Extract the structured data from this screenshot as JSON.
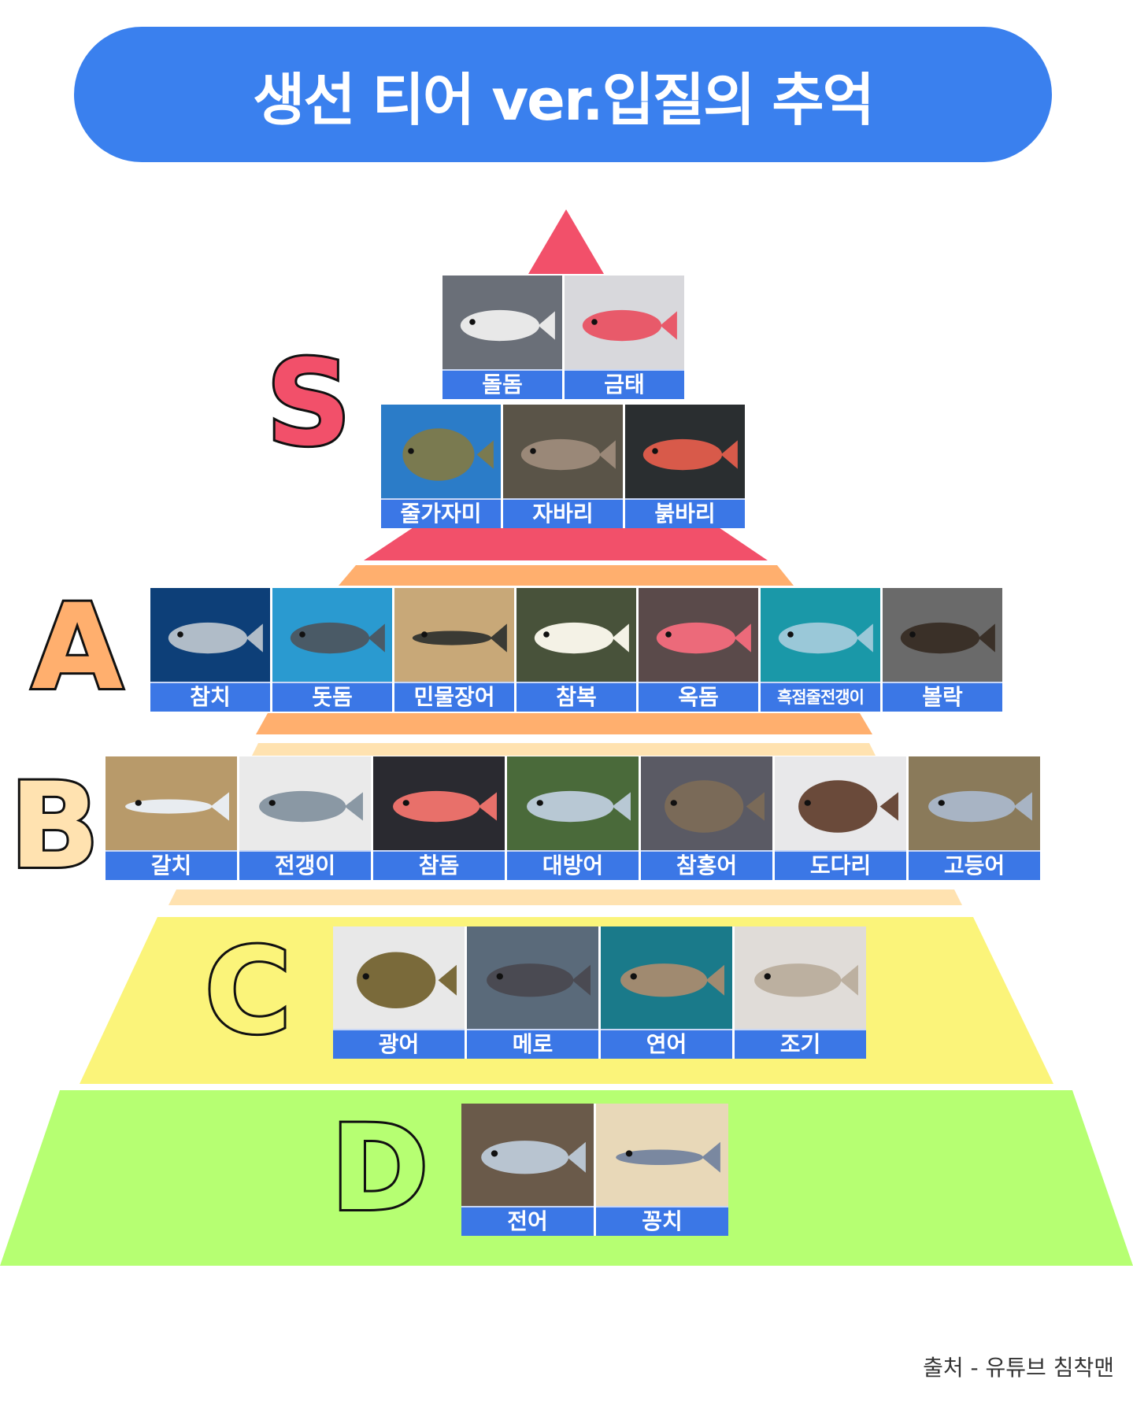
{
  "title": "생선 티어 ver.입질의 추억",
  "tiers": [
    {
      "letter": "S",
      "color": "#f2506a",
      "rows": [
        {
          "fish": [
            {
              "name": "돌돔",
              "icon": "striped-fish-icon",
              "bg": "#6a6f78",
              "fish_color": "#e8e8e8"
            },
            {
              "name": "금태",
              "icon": "red-fish-box-icon",
              "bg": "#d8d8dc",
              "fish_color": "#e85a6a"
            }
          ]
        },
        {
          "fish": [
            {
              "name": "줄가자미",
              "icon": "flatfish-icon",
              "bg": "#2b7cc8",
              "fish_color": "#7a7a50"
            },
            {
              "name": "자바리",
              "icon": "grouper-icon",
              "bg": "#5a5448",
              "fish_color": "#9a8878"
            },
            {
              "name": "붉바리",
              "icon": "red-grouper-icon",
              "bg": "#2a2e30",
              "fish_color": "#d85a4a"
            }
          ]
        }
      ]
    },
    {
      "letter": "A",
      "color": "#ffaf6e",
      "rows": [
        {
          "fish": [
            {
              "name": "참치",
              "icon": "tuna-icon",
              "bg": "#0d3f78",
              "fish_color": "#b0bcc8"
            },
            {
              "name": "돗돔",
              "icon": "aquarium-fish-icon",
              "bg": "#2a9ad0",
              "fish_color": "#4a5a66"
            },
            {
              "name": "민물장어",
              "icon": "eel-icon",
              "bg": "#c8a878",
              "fish_color": "#3a3a34"
            },
            {
              "name": "참복",
              "icon": "pufferfish-icon",
              "bg": "#48523a",
              "fish_color": "#f4f2e6"
            },
            {
              "name": "옥돔",
              "icon": "tilefish-icon",
              "bg": "#5a4a4a",
              "fish_color": "#ec6a7a"
            },
            {
              "name": "흑점줄전갱이",
              "icon": "trevally-icon",
              "bg": "#1a98a8",
              "fish_color": "#9ac8d8"
            },
            {
              "name": "볼락",
              "icon": "rockfish-icon",
              "bg": "#6a6a6a",
              "fish_color": "#3a3028"
            }
          ]
        }
      ]
    },
    {
      "letter": "B",
      "color": "#ffe2b0",
      "rows": [
        {
          "fish": [
            {
              "name": "갈치",
              "icon": "hairtail-icon",
              "bg": "#b89a6a",
              "fish_color": "#e8ecf0"
            },
            {
              "name": "전갱이",
              "icon": "horse-mackerel-icon",
              "bg": "#eaeaea",
              "fish_color": "#8a98a4"
            },
            {
              "name": "참돔",
              "icon": "red-seabream-icon",
              "bg": "#2a2a30",
              "fish_color": "#e8706a"
            },
            {
              "name": "대방어",
              "icon": "yellowtail-icon",
              "bg": "#4a6a3a",
              "fish_color": "#b8c8d4"
            },
            {
              "name": "참홍어",
              "icon": "skate-icon",
              "bg": "#5a5a64",
              "fish_color": "#7a6a58"
            },
            {
              "name": "도다리",
              "icon": "flounder-icon",
              "bg": "#e8e8ea",
              "fish_color": "#6a4a3a"
            },
            {
              "name": "고등어",
              "icon": "mackerel-icon",
              "bg": "#8a7a5a",
              "fish_color": "#a8b4c4"
            }
          ]
        }
      ]
    },
    {
      "letter": "C",
      "color": "#fbf47a",
      "rows": [
        {
          "fish": [
            {
              "name": "광어",
              "icon": "halibut-icon",
              "bg": "#e8e8e8",
              "fish_color": "#7a6a3a"
            },
            {
              "name": "메로",
              "icon": "toothfish-icon",
              "bg": "#5a6a7a",
              "fish_color": "#4a4a52"
            },
            {
              "name": "연어",
              "icon": "salmon-icon",
              "bg": "#1a7a8a",
              "fish_color": "#a08a70"
            },
            {
              "name": "조기",
              "icon": "croaker-icon",
              "bg": "#e0dcd8",
              "fish_color": "#bcb0a0"
            }
          ]
        }
      ]
    },
    {
      "letter": "D",
      "color": "#b6ff72",
      "rows": [
        {
          "fish": [
            {
              "name": "전어",
              "icon": "gizzard-shad-icon",
              "bg": "#6a5a4a",
              "fish_color": "#b8c4d0"
            },
            {
              "name": "꽁치",
              "icon": "saury-icon",
              "bg": "#e8d8b8",
              "fish_color": "#7a88a0"
            }
          ]
        }
      ]
    }
  ],
  "credit": "출처 - 유튜브 침착맨"
}
